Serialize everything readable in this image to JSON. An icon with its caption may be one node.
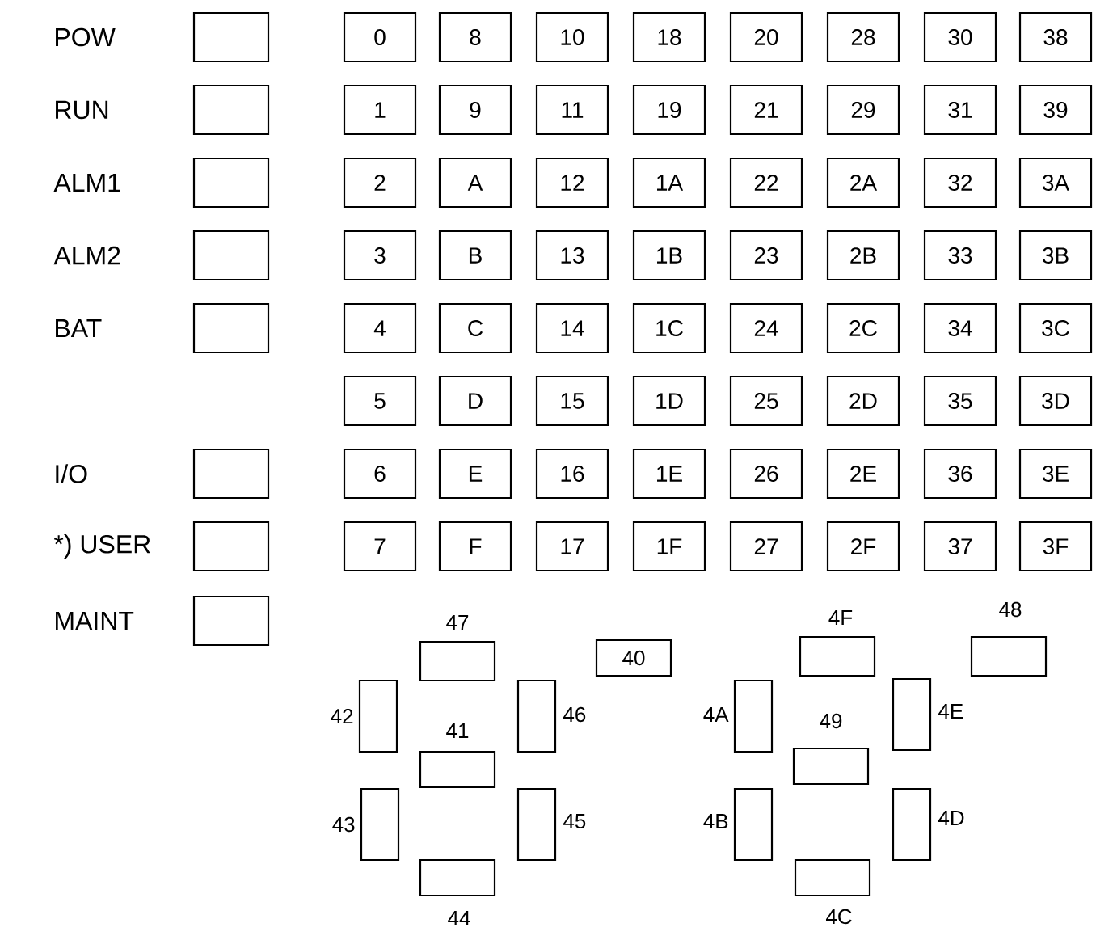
{
  "diagram": {
    "nodes": [
      {
        "text": [],
        "shape": "box"
      },
      {
        "text": [],
        "shape": "box"
      },
      {
        "text": [],
        "shape": "box"
      },
      {
        "text": [],
        "shape": "box"
      },
      {
        "text": [],
        "shape": "box"
      },
      {
        "text": [],
        "shape": "box"
      },
      {
        "text": [],
        "shape": "box"
      },
      {
        "text": [],
        "shape": "box"
      },
      {
        "text": [
          "0"
        ]
      },
      {
        "text": [
          "8"
        ]
      },
      {
        "text": [
          "10"
        ]
      },
      {
        "text": [
          "18"
        ]
      },
      {
        "text": [
          "20"
        ]
      },
      {
        "text": [
          "28"
        ]
      },
      {
        "text": [
          "30"
        ]
      },
      {
        "text": [
          "38"
        ]
      },
      {
        "text": [
          "1"
        ]
      },
      {
        "text": [
          "9"
        ]
      },
      {
        "text": [
          "11"
        ]
      },
      {
        "text": [
          "19"
        ]
      },
      {
        "text": [
          "21"
        ]
      },
      {
        "text": [
          "29"
        ]
      },
      {
        "text": [
          "31"
        ]
      },
      {
        "text": [
          "39"
        ]
      },
      {
        "text": [
          "2"
        ]
      },
      {
        "text": [
          "A"
        ]
      },
      {
        "text": [
          "12"
        ]
      },
      {
        "text": [
          "1A"
        ]
      },
      {
        "text": [
          "22"
        ]
      },
      {
        "text": [
          "2A"
        ]
      },
      {
        "text": [
          "32"
        ]
      },
      {
        "text": [
          "3A"
        ]
      },
      {
        "text": [
          "3"
        ]
      },
      {
        "text": [
          "B"
        ]
      },
      {
        "text": [
          "13"
        ]
      },
      {
        "text": [
          "1B"
        ]
      },
      {
        "text": [
          "23"
        ]
      },
      {
        "text": [
          "2B"
        ]
      },
      {
        "text": [
          "33"
        ]
      },
      {
        "text": [
          "3B"
        ]
      },
      {
        "text": [
          "4"
        ]
      },
      {
        "text": [
          "C"
        ]
      },
      {
        "text": [
          "14"
        ]
      },
      {
        "text": [
          "1C"
        ]
      },
      {
        "text": [
          "24"
        ]
      },
      {
        "text": [
          "2C"
        ]
      },
      {
        "text": [
          "34"
        ]
      },
      {
        "text": [
          "3C"
        ]
      },
      {
        "text": [
          "5"
        ]
      },
      {
        "text": [
          "D"
        ]
      },
      {
        "text": [
          "15"
        ]
      },
      {
        "text": [
          "1D"
        ]
      },
      {
        "text": [
          "25"
        ]
      },
      {
        "text": [
          "2D"
        ]
      },
      {
        "text": [
          "35"
        ]
      },
      {
        "text": [
          "3D"
        ]
      },
      {
        "text": [
          "6"
        ]
      },
      {
        "text": [
          "E"
        ]
      },
      {
        "text": [
          "16"
        ]
      },
      {
        "text": [
          "1E"
        ]
      },
      {
        "text": [
          "26"
        ]
      },
      {
        "text": [
          "2E"
        ]
      },
      {
        "text": [
          "36"
        ]
      },
      {
        "text": [
          "3E"
        ]
      },
      {
        "text": [
          "7"
        ]
      },
      {
        "text": [
          "F"
        ]
      },
      {
        "text": [
          "17"
        ]
      },
      {
        "text": [
          "1F"
        ]
      },
      {
        "text": [
          "27"
        ]
      },
      {
        "text": [
          "2F"
        ]
      },
      {
        "text": [
          "37"
        ]
      },
      {
        "text": [
          "3F"
        ]
      },
      {
        "text": [],
        "shape": "box",
        "beside": [
          "47"
        ]
      },
      {
        "text": [
          "40"
        ]
      },
      {
        "text": [],
        "shape": "box",
        "beside": [
          "4F"
        ]
      },
      {
        "text": [],
        "shape": "box",
        "beside": [
          "48"
        ]
      },
      {
        "text": [],
        "shape": "box",
        "beside": [
          "42"
        ]
      },
      {
        "text": [],
        "shape": "box",
        "beside": [
          "46"
        ]
      },
      {
        "text": [],
        "shape": "box",
        "beside": [
          "4A"
        ]
      },
      {
        "text": [],
        "shape": "box",
        "beside": [
          "4E"
        ]
      },
      {
        "text": [],
        "shape": "box",
        "beside": [
          "41"
        ]
      },
      {
        "text": [],
        "shape": "box",
        "beside": [
          "49"
        ]
      },
      {
        "text": [],
        "shape": "box",
        "beside": [
          "43"
        ]
      },
      {
        "text": [],
        "shape": "box",
        "beside": [
          "45"
        ]
      },
      {
        "text": [],
        "shape": "box",
        "beside": [
          "4B"
        ]
      },
      {
        "text": [],
        "shape": "box",
        "beside": [
          "4D"
        ]
      },
      {
        "text": [],
        "shape": "box",
        "beside": [
          "44"
        ]
      },
      {
        "text": [],
        "shape": "box",
        "beside": [
          "4C"
        ]
      }
    ],
    "labels": [
      "POW",
      "RUN",
      "ALM1",
      "ALM2",
      "BAT",
      "I/O",
      "*) USER",
      "MAINT"
    ]
  }
}
